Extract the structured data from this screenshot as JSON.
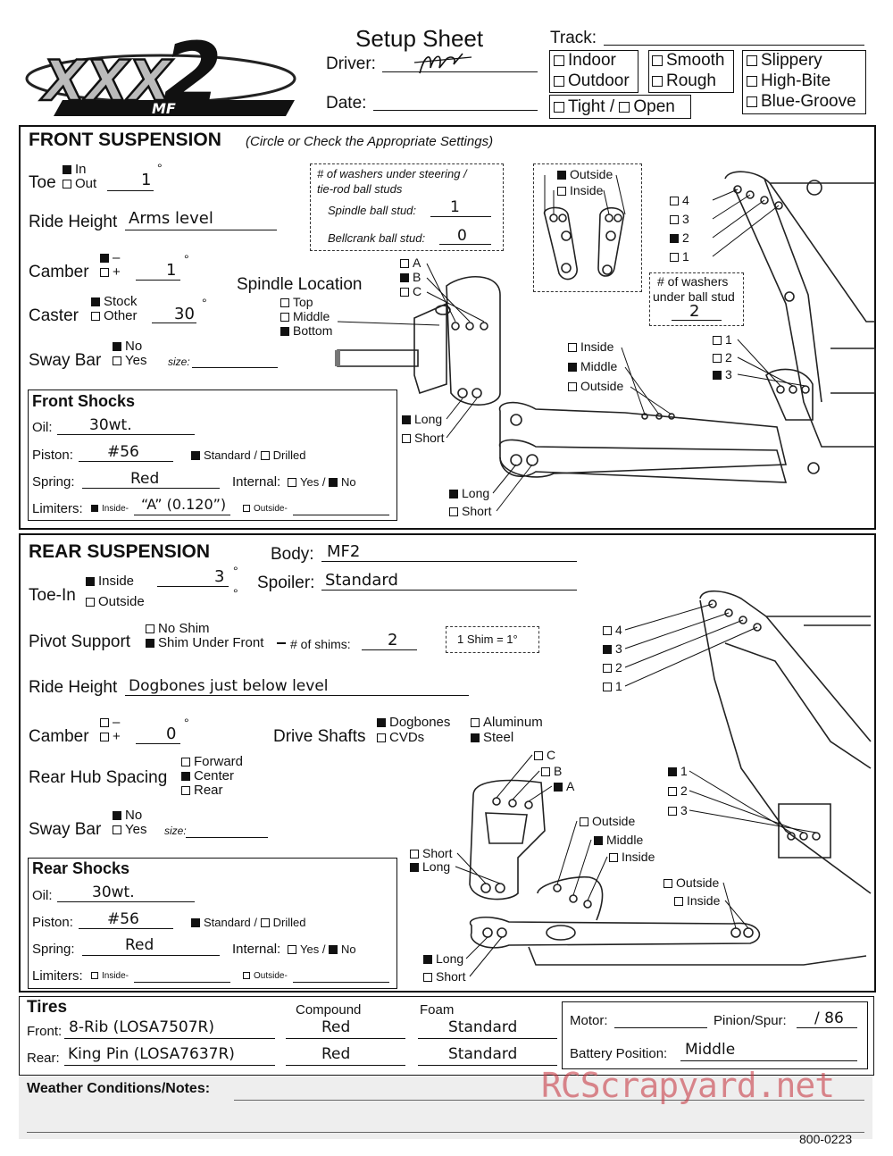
{
  "header": {
    "logo_text": "XXX2 MF",
    "title": "Setup Sheet",
    "driver_label": "Driver:",
    "date_label": "Date:",
    "track_label": "Track:",
    "track_opts": {
      "indoor": "Indoor",
      "outdoor": "Outdoor",
      "smooth": "Smooth",
      "rough": "Rough",
      "tight_open": "Tight / ",
      "open": "Open",
      "slippery": "Slippery",
      "highbite": "High-Bite",
      "bluegroove": "Blue-Groove"
    }
  },
  "front": {
    "title": "FRONT SUSPENSION",
    "subtitle": "(Circle or Check the Appropriate Settings)",
    "toe_label": "Toe",
    "toe_in": "In",
    "toe_out": "Out",
    "toe_value": "1",
    "deg": "°",
    "ride_label": "Ride Height",
    "ride_value": "Arms level",
    "camber_label": "Camber",
    "camber_minus": "–",
    "camber_plus": "+",
    "camber_value": "1",
    "caster_label": "Caster",
    "caster_stock": "Stock",
    "caster_other": "Other",
    "caster_value": "30",
    "sway_label": "Sway Bar",
    "sway_no": "No",
    "sway_yes": "Yes",
    "size_label": "size:",
    "spindle_title": "Spindle Location",
    "spindle_top": "Top",
    "spindle_middle": "Middle",
    "spindle_bottom": "Bottom",
    "washers_title": "# of washers under steering /",
    "washers_title2": "tie-rod ball studs",
    "spindle_stud_label": "Spindle ball stud:",
    "spindle_stud_value": "1",
    "bellcrank_label": "Bellcrank ball stud:",
    "bellcrank_value": "0",
    "steer_outside": "Outside",
    "steer_inside": "Inside",
    "tower": {
      "p4": "4",
      "p3": "3",
      "p2": "2",
      "p1": "1"
    },
    "washers_ball_title": "# of washers",
    "washers_ball_title2": "under ball stud",
    "washers_ball_value": "2",
    "abc": {
      "a": "A",
      "b": "B",
      "c": "C"
    },
    "arm_inside": "Inside",
    "arm_middle": "Middle",
    "arm_outside": "Outside",
    "arm123": {
      "a1": "1",
      "a2": "2",
      "a3": "3"
    },
    "shock_long": "Long",
    "shock_short": "Short",
    "lower_long": "Long",
    "lower_short": "Short",
    "shocks": {
      "title": "Front Shocks",
      "oil_label": "Oil:",
      "oil_value": "30wt.",
      "piston_label": "Piston:",
      "piston_value": "#56",
      "std_drilled": "Standard / ",
      "drilled": "Drilled",
      "spring_label": "Spring:",
      "spring_value": "Red",
      "internal_label": "Internal:",
      "yes": "Yes / ",
      "no": "No",
      "limiters_label": "Limiters:",
      "inside_label": "Inside-",
      "inside_value": "“A” (0.120”)",
      "outside_label": "Outside-"
    }
  },
  "rear": {
    "title": "REAR SUSPENSION",
    "body_label": "Body:",
    "body_value": "MF2",
    "spoiler_label": "Spoiler:",
    "spoiler_value": "Standard",
    "toein_label": "Toe-In",
    "toein_inside": "Inside",
    "toein_outside": "Outside",
    "toein_value": "3",
    "deg": "°",
    "pivot_label": "Pivot Support",
    "pivot_noshim": "No Shim",
    "pivot_shim": "Shim Under Front",
    "shims_label": "# of shims:",
    "shims_value": "2",
    "shim_note": "1 Shim = 1°",
    "ride_label": "Ride Height",
    "ride_value": "Dogbones just below level",
    "camber_label": "Camber",
    "camber_minus": "–",
    "camber_plus": "+",
    "camber_value": "0",
    "drive_label": "Drive Shafts",
    "dogbones": "Dogbones",
    "cvds": "CVDs",
    "aluminum": "Aluminum",
    "steel": "Steel",
    "hub_label": "Rear Hub Spacing",
    "hub_forward": "Forward",
    "hub_center": "Center",
    "hub_rear": "Rear",
    "sway_label": "Sway Bar",
    "sway_no": "No",
    "sway_yes": "Yes",
    "size_label": "size:",
    "tower": {
      "p4": "4",
      "p3": "3",
      "p2": "2",
      "p1": "1"
    },
    "hub_pos": {
      "c": "C",
      "b": "B",
      "a": "A"
    },
    "inner": {
      "p1": "1",
      "p2": "2",
      "p3": "3"
    },
    "hub_outside": "Outside",
    "hub_middle": "Middle",
    "hub_inside": "Inside",
    "hub_short": "Short",
    "hub_long": "Long",
    "arm_outside": "Outside",
    "arm_inside": "Inside",
    "arm_long": "Long",
    "arm_short": "Short",
    "shocks": {
      "title": "Rear Shocks",
      "oil_label": "Oil:",
      "oil_value": "30wt.",
      "piston_label": "Piston:",
      "piston_value": "#56",
      "std_drilled": "Standard / ",
      "drilled": "Drilled",
      "spring_label": "Spring:",
      "spring_value": "Red",
      "internal_label": "Internal:",
      "yes": "Yes / ",
      "no": "No",
      "limiters_label": "Limiters:",
      "inside_label": "Inside-",
      "outside_label": "Outside-"
    }
  },
  "tires": {
    "title": "Tires",
    "compound_label": "Compound",
    "foam_label": "Foam",
    "front_label": "Front:",
    "front_tire": "8-Rib (LOSA7507R)",
    "front_compound": "Red",
    "front_foam": "Standard",
    "rear_label": "Rear:",
    "rear_tire": "King Pin (LOSA7637R)",
    "rear_compound": "Red",
    "rear_foam": "Standard"
  },
  "motor": {
    "motor_label": "Motor:",
    "pinion_label": "Pinion/Spur:",
    "pinion_value": "/ 86",
    "battery_label": "Battery Position:",
    "battery_value": "Middle"
  },
  "notes": {
    "label": "Weather Conditions/Notes:"
  },
  "watermark": "RCScrapyard.net",
  "part_number": "800-0223"
}
